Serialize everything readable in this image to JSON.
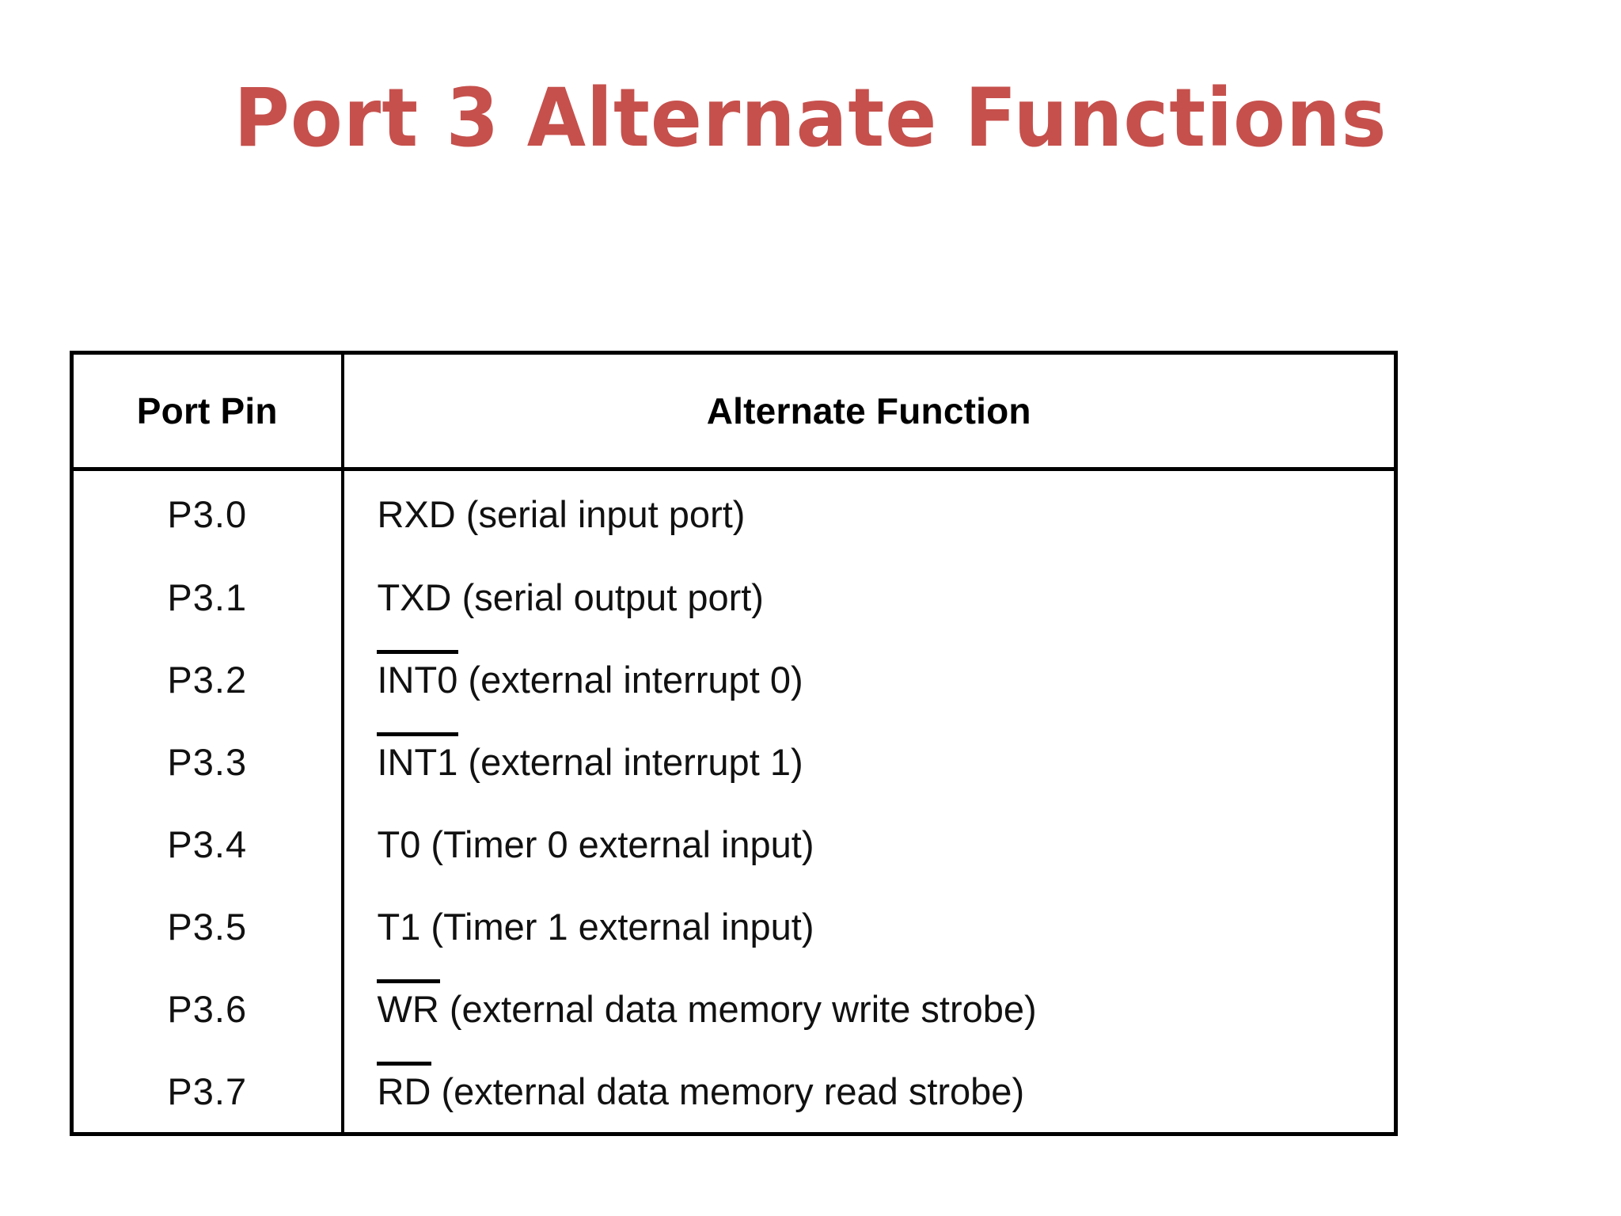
{
  "title": "Port 3 Alternate Functions",
  "title_color": "#c6504c",
  "table": {
    "headers": [
      "Port Pin",
      "Alternate Function"
    ],
    "rows": [
      {
        "pin": "P3.0",
        "mnemonic": "RXD",
        "overline": false,
        "description": "(serial input port)"
      },
      {
        "pin": "P3.1",
        "mnemonic": "TXD",
        "overline": false,
        "description": "(serial output port)"
      },
      {
        "pin": "P3.2",
        "mnemonic": "INT0",
        "overline": true,
        "description": "(external interrupt 0)"
      },
      {
        "pin": "P3.3",
        "mnemonic": "INT1",
        "overline": true,
        "description": "(external interrupt 1)"
      },
      {
        "pin": "P3.4",
        "mnemonic": "T0",
        "overline": false,
        "description": "(Timer 0 external input)"
      },
      {
        "pin": "P3.5",
        "mnemonic": "T1",
        "overline": false,
        "description": "(Timer 1 external input)"
      },
      {
        "pin": "P3.6",
        "mnemonic": "WR",
        "overline": true,
        "description": "(external data memory write strobe)"
      },
      {
        "pin": "P3.7",
        "mnemonic": "RD",
        "overline": true,
        "description": "(external data memory read strobe)"
      }
    ]
  }
}
